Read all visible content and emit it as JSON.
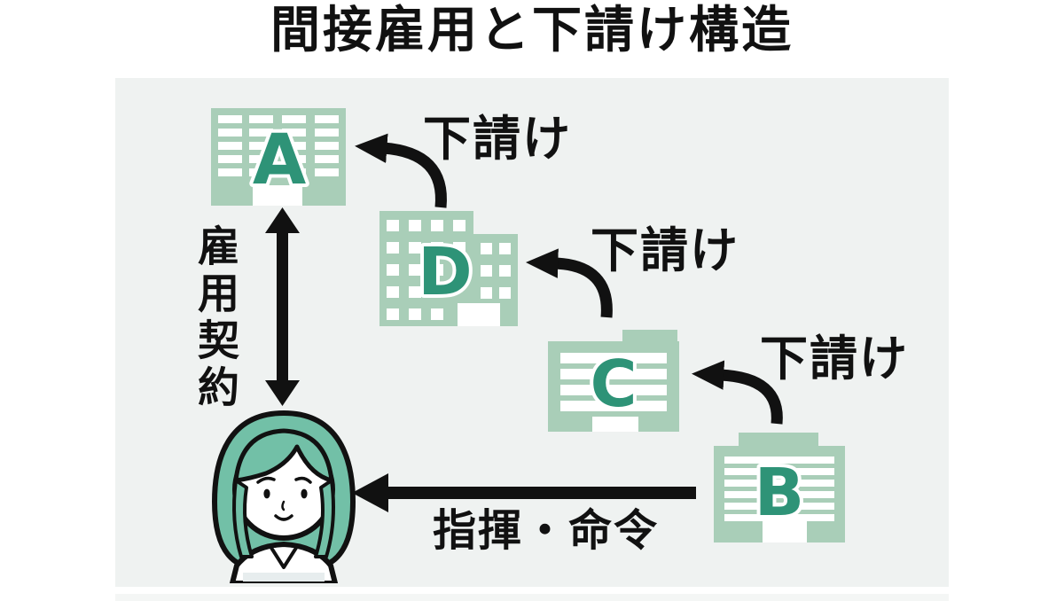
{
  "title": "間接雇用と下請け構造",
  "diagram": {
    "buildings": [
      {
        "id": "A",
        "letter": "A",
        "role": "top-contractor"
      },
      {
        "id": "D",
        "letter": "D",
        "role": "subcontractor-1"
      },
      {
        "id": "C",
        "letter": "C",
        "role": "subcontractor-2"
      },
      {
        "id": "B",
        "letter": "B",
        "role": "subcontractor-3"
      }
    ],
    "subcontract_arrows": [
      {
        "from": "D",
        "to": "A",
        "label": "下請け"
      },
      {
        "from": "C",
        "to": "D",
        "label": "下請け"
      },
      {
        "from": "B",
        "to": "C",
        "label": "下請け"
      }
    ],
    "labels": {
      "employment_contract": "雇用契約",
      "direction_command": "指揮・命令"
    },
    "person_icon": "female-worker",
    "colors": {
      "panel_bg": "#eff2f1",
      "building_body": "#a9ceb8",
      "building_letter": "#2e9377",
      "arrow_black": "#111111",
      "hair_teal": "#72c0a7"
    }
  }
}
